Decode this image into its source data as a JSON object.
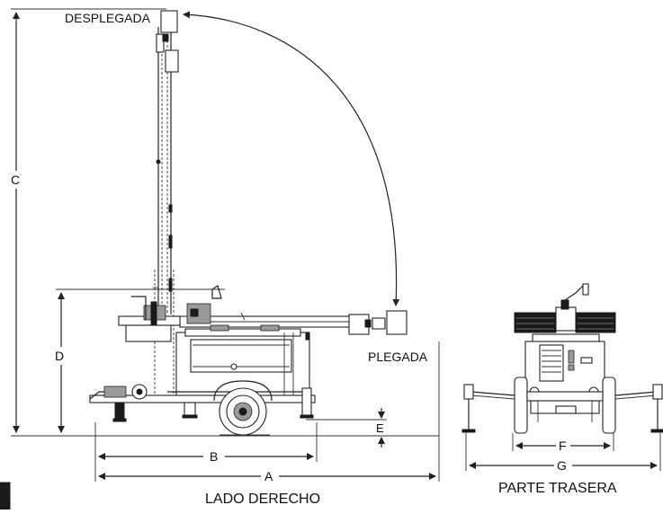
{
  "labels": {
    "desplegada": "DESPLEGADA",
    "plegada": "PLEGADA",
    "lado_derecho": "LADO DERECHO",
    "parte_trasera": "PARTE TRASERA"
  },
  "dimensions": {
    "a": "A",
    "b": "B",
    "c": "C",
    "d": "D",
    "e": "E",
    "f": "F",
    "g": "G"
  },
  "colors": {
    "line": "#222222",
    "fill_dark": "#1a1a1a",
    "background": "#ffffff"
  }
}
